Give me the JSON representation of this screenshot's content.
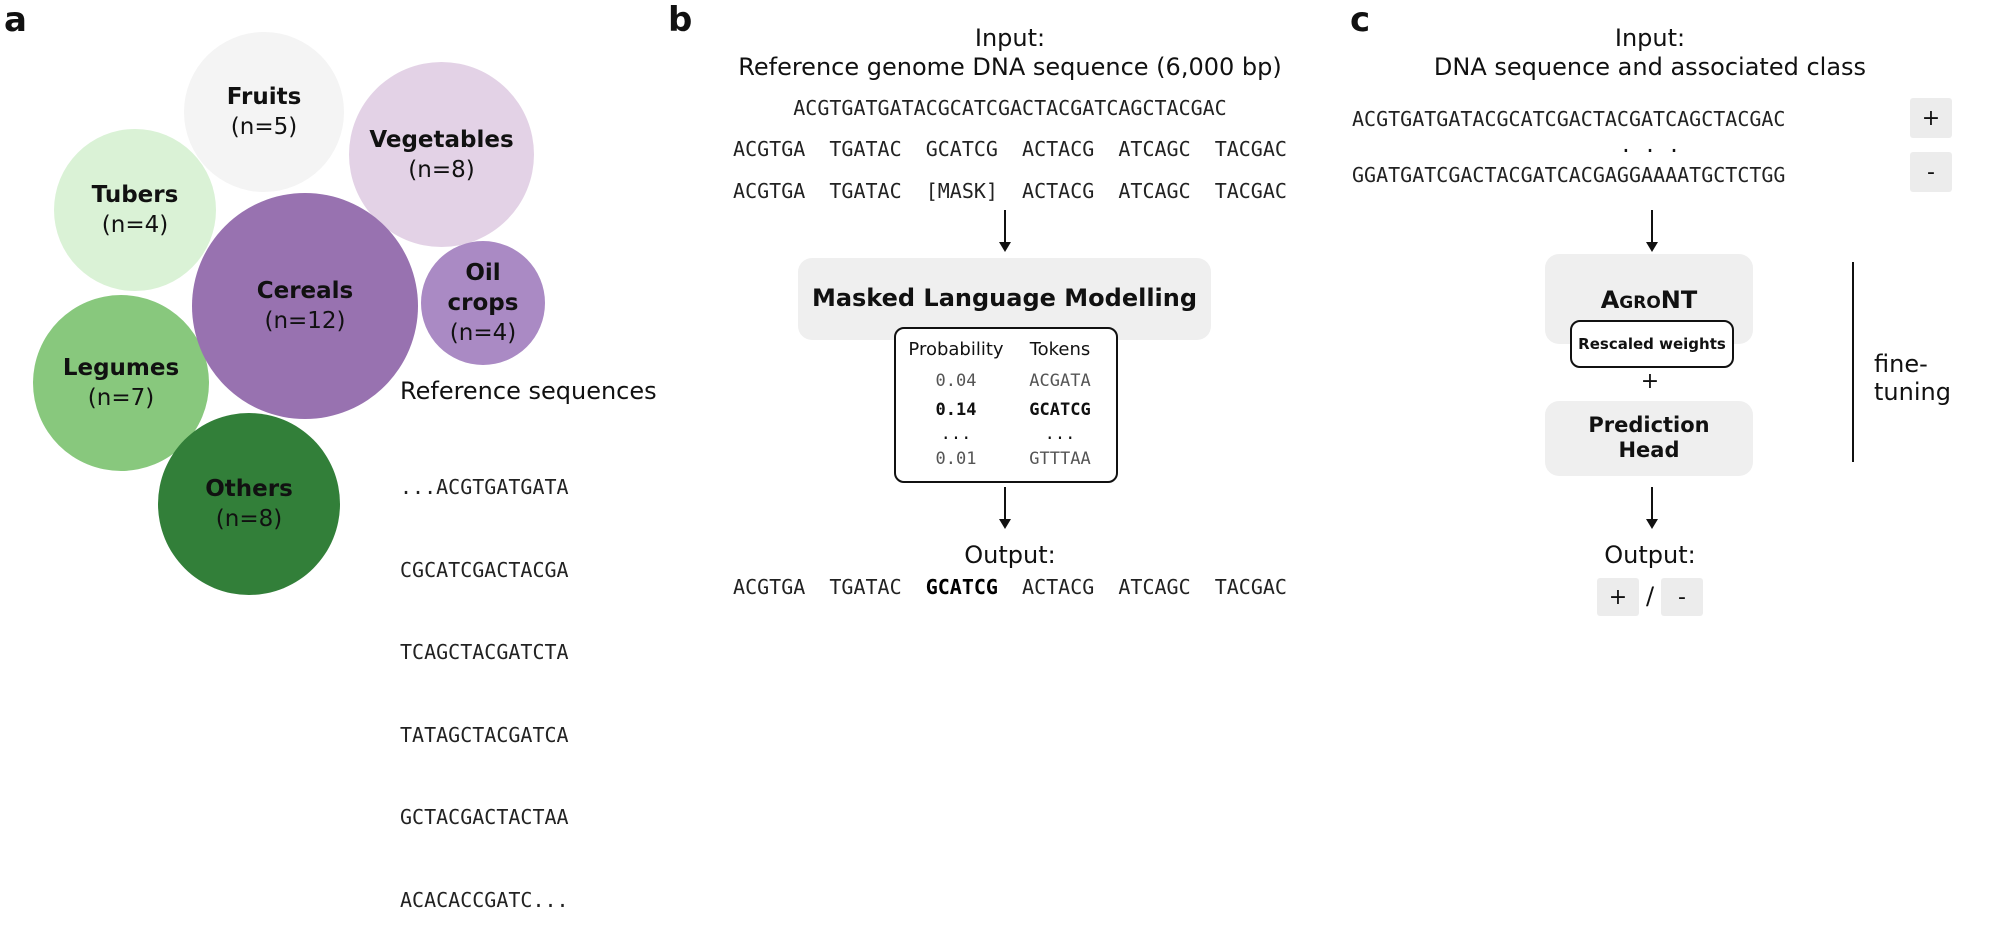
{
  "panel_a": {
    "label": "a",
    "categories": [
      {
        "name": "Fruits",
        "n": "(n=5)",
        "color": "#f4f4f4"
      },
      {
        "name": "Vegetables",
        "n": "(n=8)",
        "color": "#e3d2e6"
      },
      {
        "name": "Tubers",
        "n": "(n=4)",
        "color": "#daf2d6"
      },
      {
        "name": "Cereals",
        "n": "(n=12)",
        "color": "#9872b0"
      },
      {
        "name": "Oil crops",
        "n": "(n=4)",
        "color": "#aa8ac4"
      },
      {
        "name": "Legumes",
        "n": "(n=7)",
        "color": "#88c87d"
      },
      {
        "name": "Others",
        "n": "(n=8)",
        "color": "#327f39"
      }
    ],
    "oil_line1": "Oil",
    "oil_line2": "crops",
    "ref_title": "Reference sequences",
    "ref_lines": [
      "...ACGTGATGATA",
      "CGCATCGACTACGA",
      "TCAGCTACGATCTA",
      "TATAGCTACGATCA",
      "GCTACGACTACTAA",
      "ACACACCGATC..."
    ]
  },
  "panel_b": {
    "label": "b",
    "input_title": "Input:",
    "input_subtitle": "Reference genome DNA sequence (6,000 bp)",
    "seq_full": "ACGTGATGATACGCATCGACTACGATCAGCTACGAC",
    "seq_tokens": "ACGTGA  TGATAC  GCATCG  ACTACG  ATCAGC  TACGAC",
    "seq_masked": "ACGTGA  TGATAC  [MASK]  ACTACG  ATCAGC  TACGAC",
    "mlm_title": "Masked Language Modelling",
    "prob_header": "Probability",
    "tokens_header": "Tokens",
    "rows": [
      {
        "prob": "0.04",
        "token": "ACGATA",
        "bold": false
      },
      {
        "prob": "0.14",
        "token": "GCATCG",
        "bold": true
      },
      {
        "prob": "...",
        "token": "...",
        "bold": false
      },
      {
        "prob": "0.01",
        "token": "GTTTAA",
        "bold": false
      }
    ],
    "output_title": "Output:",
    "out_prefix": "ACGTGA  TGATAC  ",
    "out_bold": "GCATCG",
    "out_suffix": "  ACTACG  ATCAGC  TACGAC"
  },
  "panel_c": {
    "label": "c",
    "input_title": "Input:",
    "input_subtitle": "DNA sequence and associated class",
    "seq1": "ACGTGATGATACGCATCGACTACGATCAGCTACGAC",
    "seq_dots": ". . .",
    "seq2": "GGATGATCGACTACGATCACGAGGAAAATGCTCTGG",
    "class_plus": "+",
    "class_minus": "-",
    "model_name": "AgroNT",
    "rescaled": "Rescaled weights",
    "plus": "+",
    "head_line1": "Prediction",
    "head_line2": "Head",
    "finetune": "fine-tuning",
    "output_title": "Output:",
    "out_plus": "+",
    "out_slash": "/",
    "out_minus": "-"
  }
}
